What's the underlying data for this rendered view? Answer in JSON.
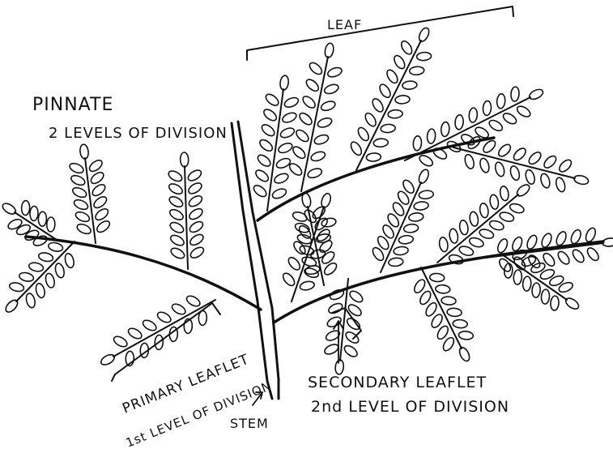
{
  "title": {
    "line1": "PINNATE",
    "line2": "2 LEVELS OF DIVISION"
  },
  "labels": {
    "leaf": "LEAF",
    "stem": "STEM",
    "primary_leaflet": "PRIMARY LEAFLET",
    "primary_level": "1st LEVEL OF DIVISION",
    "secondary_leaflet": "SECONDARY LEAFLET",
    "secondary_level": "2nd LEVEL OF DIVISION"
  },
  "colors": {
    "ink": "#111111",
    "paper": "#ffffff"
  }
}
